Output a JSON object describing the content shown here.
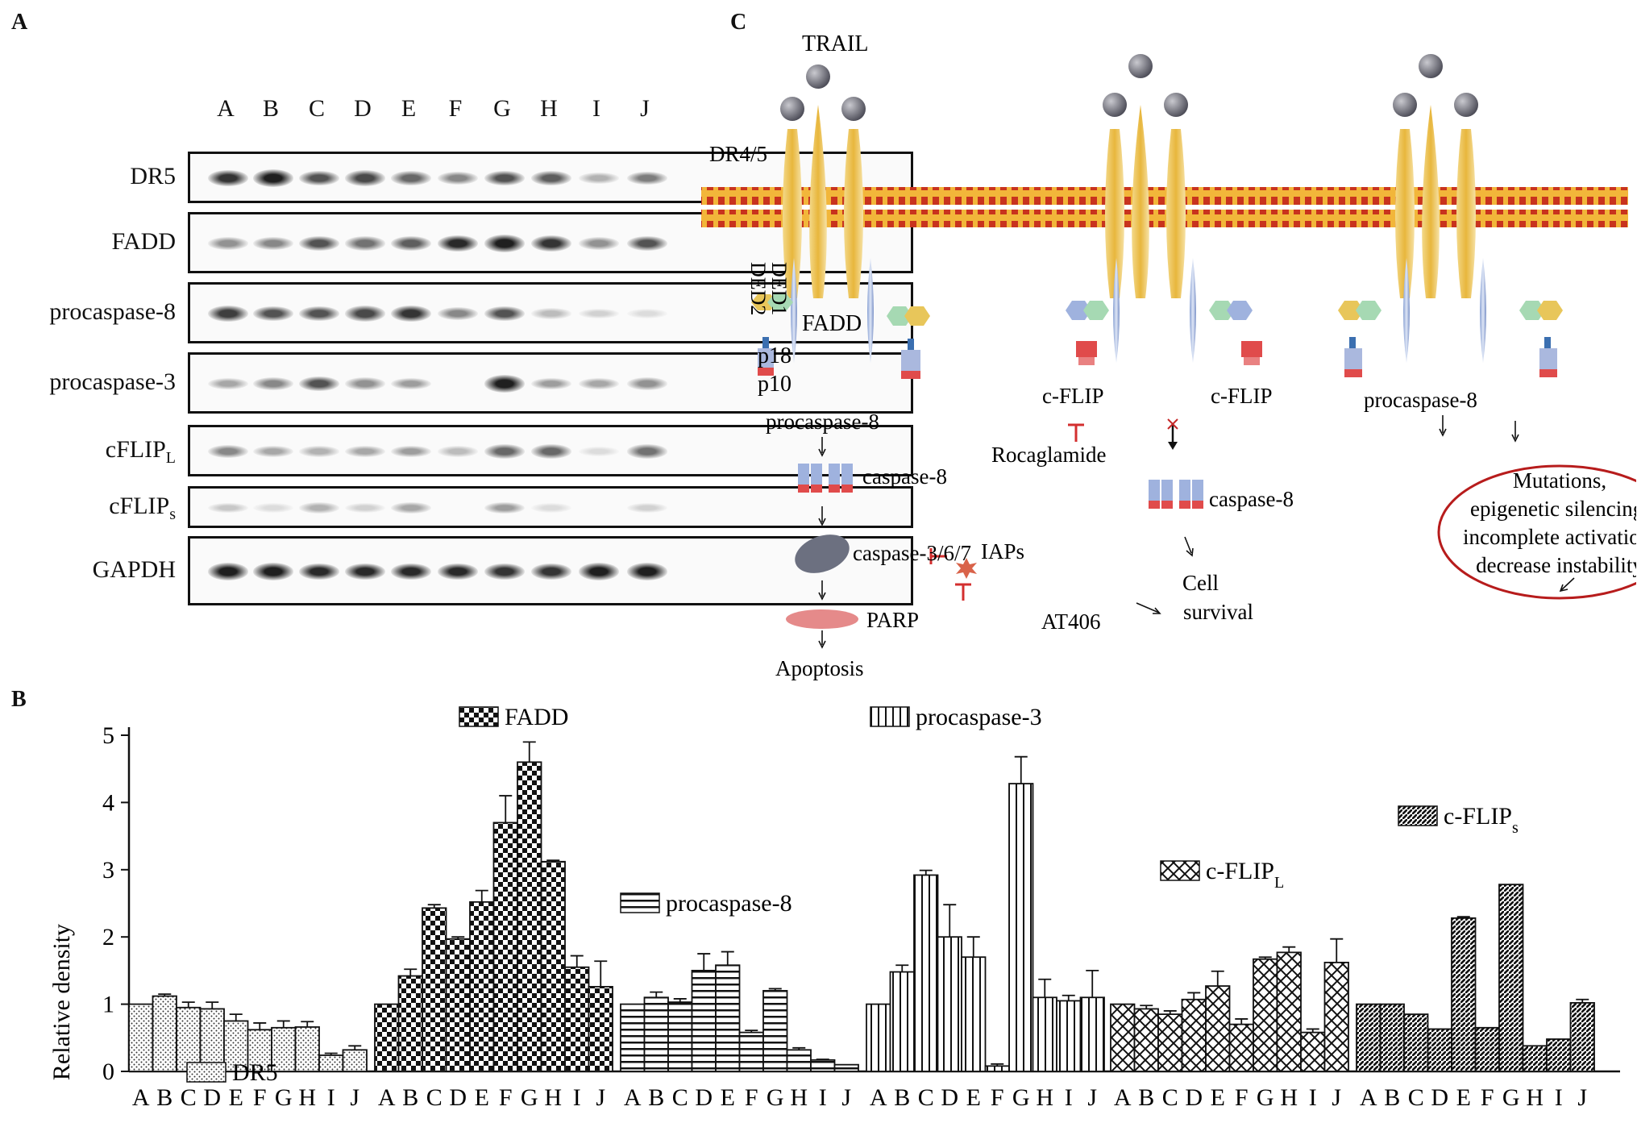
{
  "domain": "Paper",
  "panels": {
    "a": "A",
    "b": "B",
    "c": "C"
  },
  "panel_a": {
    "lanes": [
      "A",
      "B",
      "C",
      "D",
      "E",
      "F",
      "G",
      "H",
      "I",
      "J"
    ],
    "rows": [
      {
        "label": "DR5",
        "sub": "",
        "intensity": [
          0.85,
          0.95,
          0.7,
          0.75,
          0.6,
          0.45,
          0.7,
          0.65,
          0.25,
          0.5
        ]
      },
      {
        "label": "FADD",
        "sub": "",
        "intensity": [
          0.4,
          0.45,
          0.7,
          0.55,
          0.65,
          0.9,
          0.95,
          0.85,
          0.4,
          0.7
        ]
      },
      {
        "label": "procaspase-8",
        "sub": "",
        "intensity": [
          0.8,
          0.7,
          0.7,
          0.75,
          0.85,
          0.45,
          0.7,
          0.2,
          0.1,
          0.05
        ]
      },
      {
        "label": "procaspase-3",
        "sub": "",
        "intensity": [
          0.3,
          0.45,
          0.7,
          0.4,
          0.35,
          0.0,
          0.95,
          0.35,
          0.3,
          0.4
        ]
      },
      {
        "label": "cFLIP",
        "sub": "L",
        "intensity": [
          0.45,
          0.3,
          0.25,
          0.3,
          0.35,
          0.2,
          0.6,
          0.6,
          0.05,
          0.55
        ]
      },
      {
        "label": "cFLIP",
        "sub": "s",
        "intensity": [
          0.15,
          0.05,
          0.25,
          0.1,
          0.3,
          0.0,
          0.35,
          0.05,
          0.0,
          0.1
        ]
      },
      {
        "label": "GAPDH",
        "sub": "",
        "intensity": [
          0.95,
          0.95,
          0.9,
          0.9,
          0.9,
          0.9,
          0.85,
          0.85,
          0.95,
          0.95
        ]
      }
    ]
  },
  "panel_c": {
    "trail": "TRAIL",
    "dr45": "DR4/5",
    "ded1": "DED1",
    "ded2": "DED2",
    "fadd": "FADD",
    "p18": "p18",
    "p10": "p10",
    "procaspase8_left": "procaspase-8",
    "caspase8_left": "caspase-8",
    "caspase367": "caspase-3/6/7",
    "parp": "PARP",
    "apoptosis": "Apoptosis",
    "cflip1": "c-FLIP",
    "cflip2": "c-FLIP",
    "rocaglamide": "Rocaglamide",
    "caspase8_mid": "caspase-8",
    "iaps": "IAPs",
    "at406": "AT406",
    "cell": "Cell",
    "survival": "survival",
    "procaspase8_right": "procaspase-8",
    "mut1": "Mutations,",
    "mut2": "epigenetic silencing,",
    "mut3": "incomplete activation,",
    "mut4": "decrease instability"
  },
  "chart_data": {
    "type": "bar",
    "ylabel": "Relative density",
    "ylim": [
      0,
      5
    ],
    "yticks": [
      "0",
      "1",
      "2",
      "3",
      "4",
      "5"
    ],
    "categories": [
      "A",
      "B",
      "C",
      "D",
      "E",
      "F",
      "G",
      "H",
      "I",
      "J"
    ],
    "series": [
      {
        "name": "DR5",
        "values": [
          1.0,
          1.12,
          0.95,
          0.93,
          0.75,
          0.62,
          0.65,
          0.66,
          0.24,
          0.32
        ],
        "errors": [
          0,
          0.03,
          0.08,
          0.1,
          0.1,
          0.1,
          0.1,
          0.08,
          0.03,
          0.06
        ]
      },
      {
        "name": "FADD",
        "values": [
          1.0,
          1.42,
          2.43,
          1.97,
          2.52,
          3.7,
          4.6,
          3.12,
          1.55,
          1.26
        ],
        "errors": [
          0,
          0.1,
          0.05,
          0.03,
          0.17,
          0.4,
          0.3,
          0.02,
          0.17,
          0.38
        ]
      },
      {
        "name": "procaspase-8",
        "values": [
          1.0,
          1.1,
          1.03,
          1.5,
          1.58,
          0.58,
          1.2,
          0.32,
          0.17,
          0.1
        ],
        "errors": [
          0,
          0.08,
          0.05,
          0.25,
          0.2,
          0.03,
          0.03,
          0.03,
          0.01,
          0
        ]
      },
      {
        "name": "procaspase-3",
        "values": [
          1.0,
          1.48,
          2.92,
          2.0,
          1.7,
          0.08,
          4.28,
          1.1,
          1.05,
          1.1
        ],
        "errors": [
          0,
          0.1,
          0.07,
          0.48,
          0.3,
          0.03,
          0.4,
          0.27,
          0.08,
          0.4
        ]
      },
      {
        "name": "c-FLIP",
        "name_sub": "L",
        "values": [
          1.0,
          0.93,
          0.85,
          1.07,
          1.27,
          0.7,
          1.67,
          1.77,
          0.58,
          1.62
        ],
        "errors": [
          0,
          0.05,
          0.05,
          0.1,
          0.22,
          0.08,
          0.03,
          0.08,
          0.05,
          0.35
        ]
      },
      {
        "name": "c-FLIP",
        "name_sub": "s",
        "values": [
          1.0,
          1.0,
          0.85,
          0.63,
          2.28,
          0.65,
          2.78,
          0.38,
          0.48,
          1.02
        ],
        "errors": [
          0,
          0,
          0,
          0,
          0.02,
          0,
          0,
          0,
          0,
          0.05
        ]
      }
    ]
  }
}
